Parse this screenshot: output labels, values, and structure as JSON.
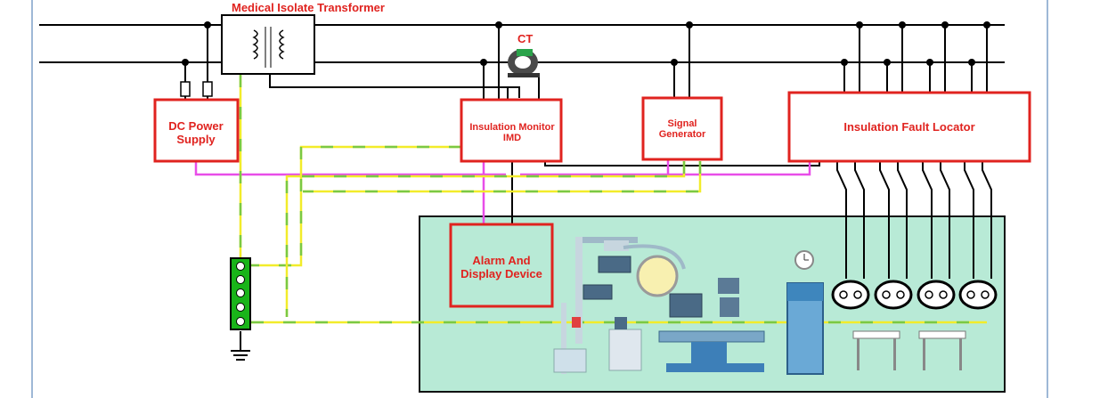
{
  "diagram": {
    "title": "Medical Isolate Transformer",
    "ct_label": "CT",
    "boxes": {
      "dc_power": [
        "DC Power",
        "Supply"
      ],
      "imd": [
        "Insulation Monitor",
        "IMD"
      ],
      "signal_generator": [
        "Signal",
        "Generator"
      ],
      "fault_locator": [
        "Insulation Fault Locator"
      ],
      "alarm_display": [
        "Alarm And",
        "Display Device"
      ]
    }
  },
  "colors": {
    "box_border": "#e0231f",
    "label_red": "#e0231f",
    "bus_line": "#000000",
    "magenta_line": "#e84de8",
    "yellow_line": "#f2ec2a",
    "green_line": "#7ac943",
    "room_fill": "#b8ead6",
    "terminal_green": "#19b419"
  }
}
